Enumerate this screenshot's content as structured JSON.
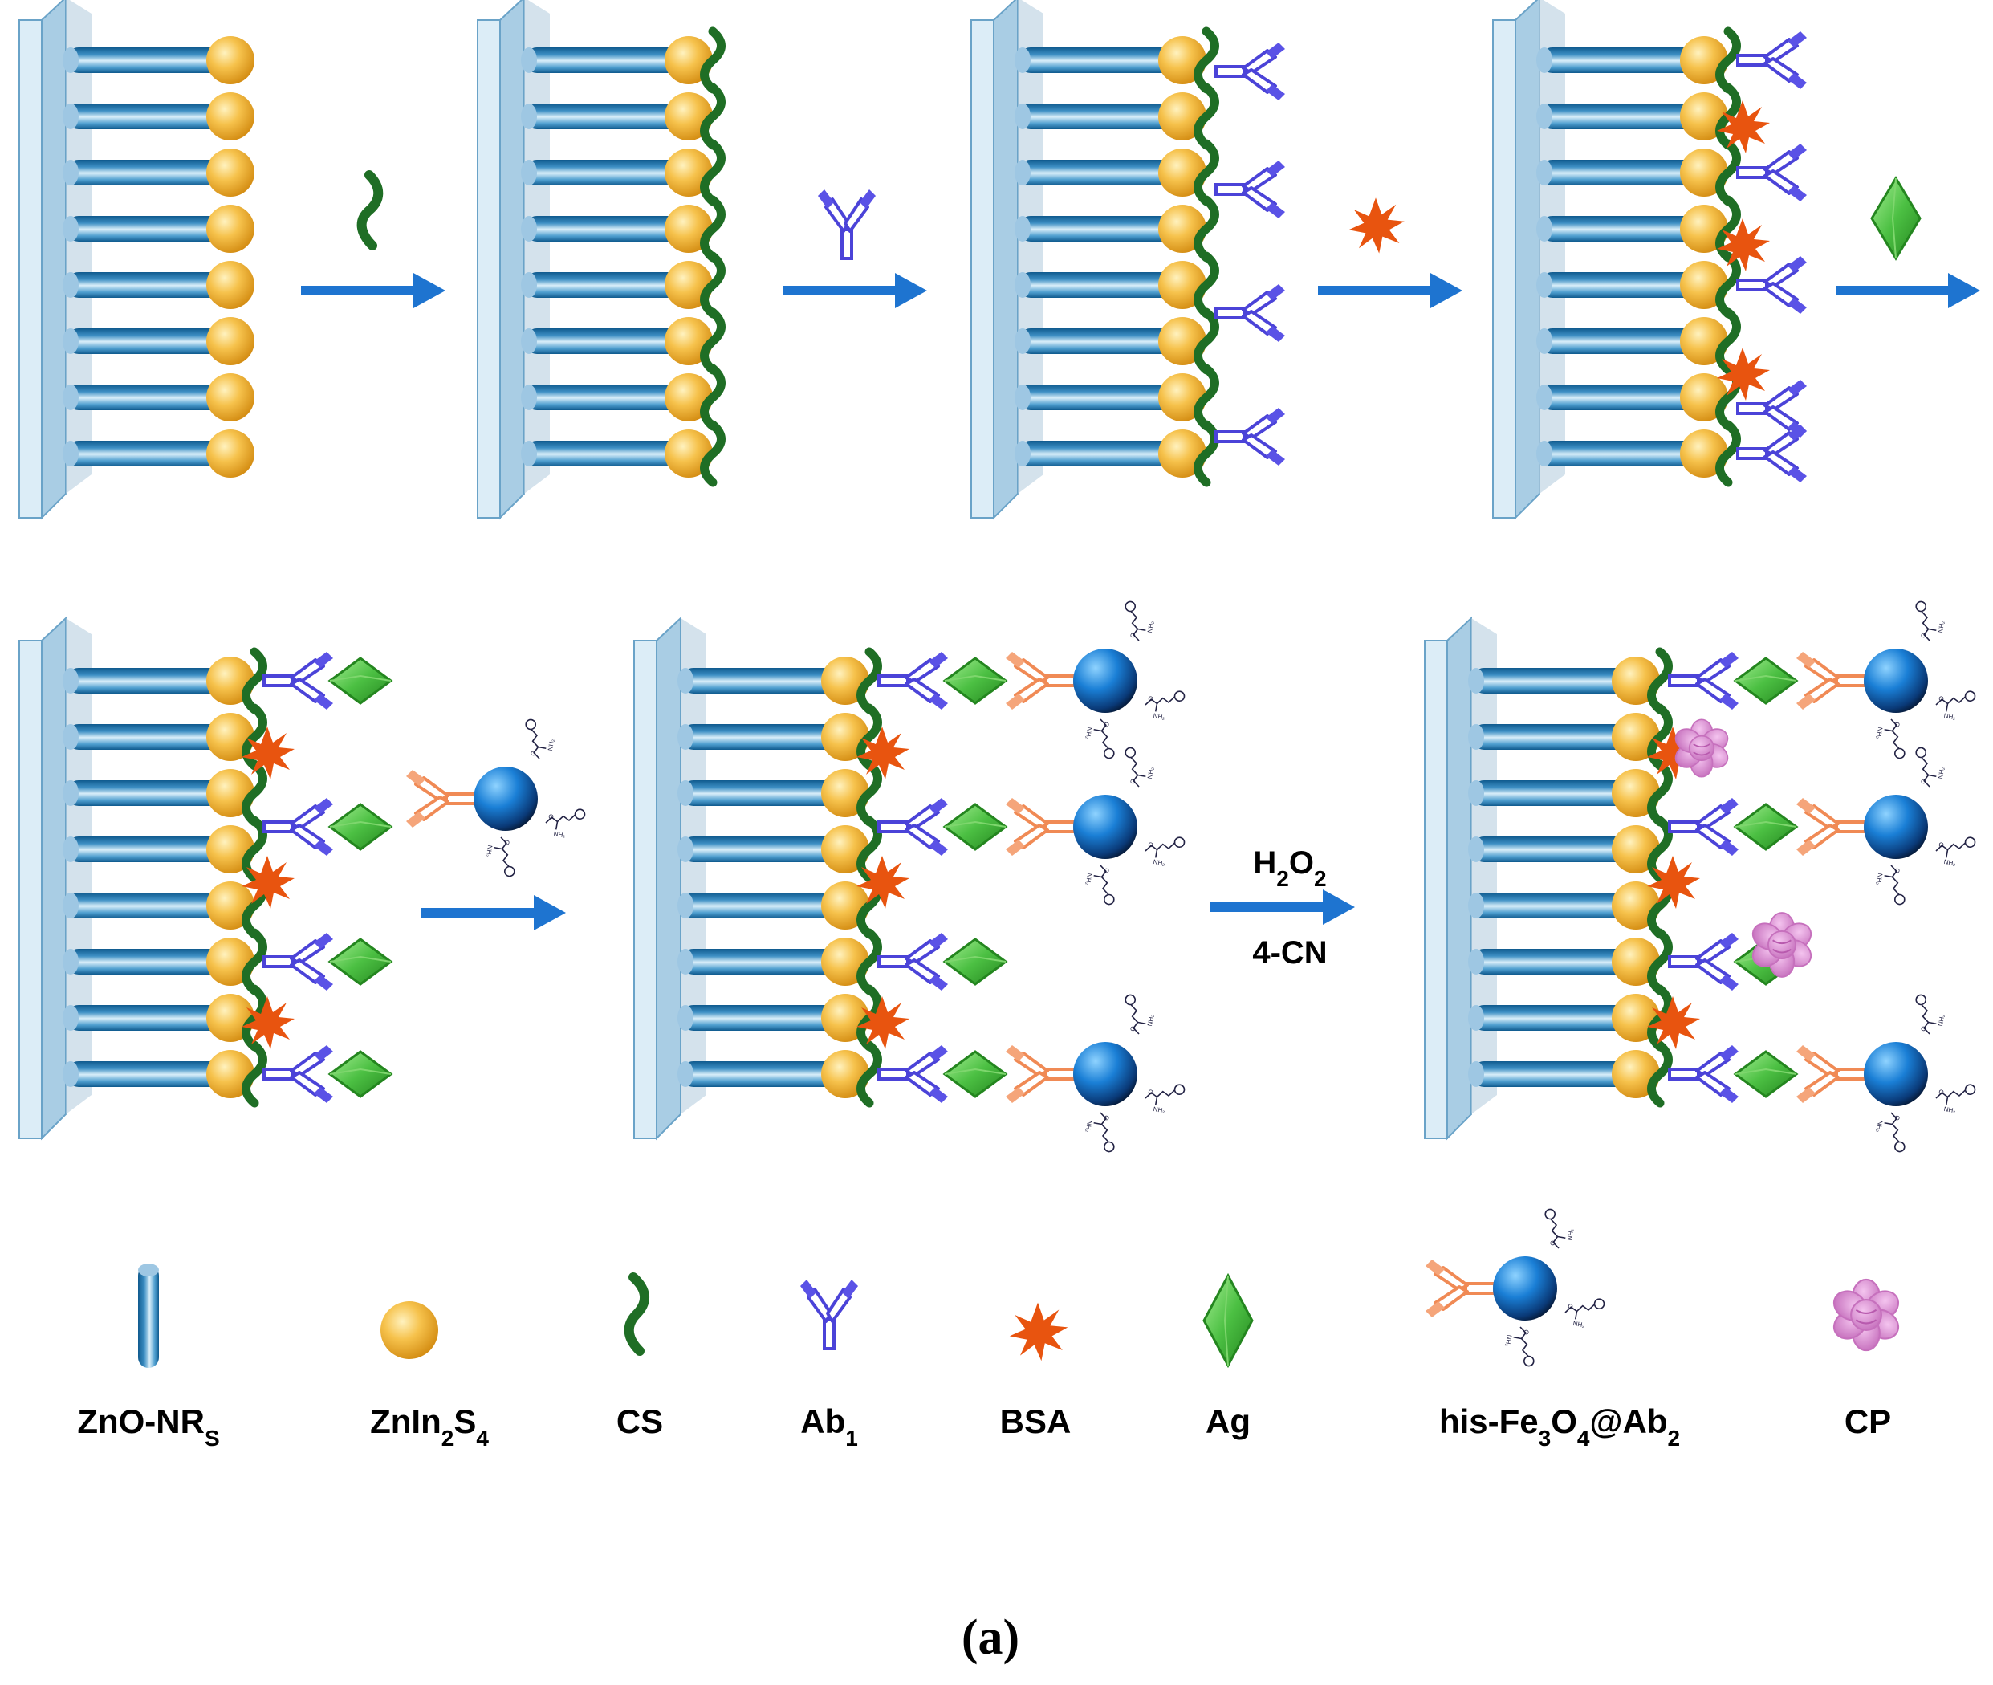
{
  "legend": {
    "znonrs": {
      "main": "ZnO-NR",
      "sub": "S"
    },
    "znin2s4": {
      "parts": [
        {
          "t": "ZnIn"
        },
        {
          "t": "2",
          "sub": true
        },
        {
          "t": "S"
        },
        {
          "t": "4",
          "sub": true
        }
      ]
    },
    "cs": "CS",
    "ab1": {
      "main": "Ab",
      "sub": "1"
    },
    "bsa": "BSA",
    "ag": "Ag",
    "his_fe3o4_ab2": {
      "parts": [
        {
          "t": "his-Fe"
        },
        {
          "t": "3",
          "sub": true
        },
        {
          "t": "O"
        },
        {
          "t": "4",
          "sub": true
        },
        {
          "t": "@Ab"
        },
        {
          "t": "2",
          "sub": true
        }
      ]
    },
    "cp": "CP"
  },
  "reaction": {
    "h2o2": {
      "parts": [
        {
          "t": "H"
        },
        {
          "t": "2",
          "sub": true
        },
        {
          "t": "O"
        },
        {
          "t": "2",
          "sub": true
        }
      ]
    },
    "substrate": "4-CN"
  },
  "caption": "(a)",
  "colors": {
    "rod_blue": "#3d8fc4",
    "electrode": "#cfe6f3",
    "gold": "#f2b63a",
    "chitosan": "#1f6e25",
    "antibody1": "#4b43d8",
    "bsa": "#e8540f",
    "antigen": "#4cc043",
    "antibody2": "#f08a55",
    "fe3o4": "#1a7fd6",
    "cp": "#d98fd0",
    "arrow": "#1e74d0"
  },
  "icons": [
    "znonr-icon",
    "znin2s4-icon",
    "chitosan-icon",
    "ab1-icon",
    "bsa-icon",
    "antigen-icon",
    "his-fe3o4-ab2-icon",
    "cp-icon",
    "arrow-icon",
    "electrode-icon"
  ]
}
